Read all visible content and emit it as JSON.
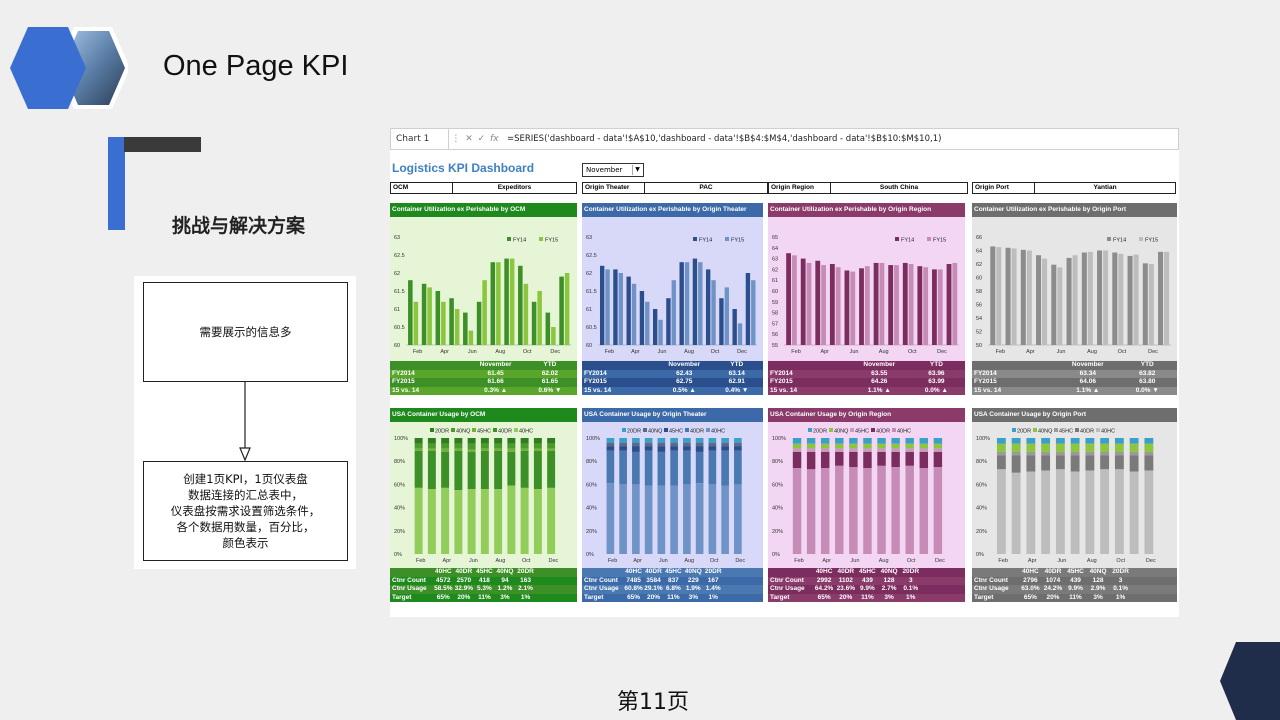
{
  "slide": {
    "title": "One Page KPI",
    "subtitle": "挑战与解决方案",
    "footer": "第11页",
    "colors": {
      "accent_blue": "#3a6fd1",
      "dark_bar": "#3a3a3a",
      "navy_corner": "#1f2d4a"
    }
  },
  "flow": {
    "box1": "需要展示的信息多",
    "box2": "创建1页KPI，1页仪表盘\n数据连接的汇总表中，\n仪表盘按需求设置筛选条件，\n各个数据用数量，百分比，\n颜色表示"
  },
  "excel": {
    "name_box": "Chart 1",
    "fx_icons": [
      "more-icon",
      "cancel-icon",
      "enter-icon",
      "fx-icon"
    ],
    "formula": "=SERIES('dashboard - data'!$A$10,'dashboard - data'!$B$4:$M$4,'dashboard - data'!$B$10:$M$10,1)",
    "dashboard_title": "Logistics KPI Dashboard",
    "month_select": "November",
    "filters": [
      {
        "key": "OCM",
        "value": "Expeditors"
      },
      {
        "key": "Origin Theater",
        "value": "PAC"
      },
      {
        "key": "Origin Region",
        "value": "South China"
      },
      {
        "key": "Origin Port",
        "value": "Yantian"
      }
    ],
    "legend_fy": [
      "FY14",
      "FY15"
    ],
    "legend_mix": [
      "20DR",
      "40NQ",
      "45HC",
      "40DR",
      "40HC"
    ],
    "months": [
      "Feb",
      "Apr",
      "Jun",
      "Aug",
      "Oct",
      "Dec"
    ],
    "pct_ticks": [
      "100%",
      "80%",
      "60%",
      "40%",
      "20%",
      "0%"
    ],
    "util_panels": [
      {
        "title": "Container Utilization ex Perishable by OCM",
        "head_color": "#1e8a1e",
        "bg": "#e6f5d6",
        "c14": "#3d8f28",
        "c15": "#8cc63f",
        "sc1": "#5aa62a",
        "sc2": "#3d8f28",
        "yticks": [
          "63",
          "62.5",
          "62",
          "61.5",
          "61",
          "60.5",
          "60"
        ],
        "ymin": 60,
        "ymax": 63,
        "fy14": [
          61.8,
          61.7,
          61.5,
          61.3,
          60.9,
          61.2,
          62.3,
          62.4,
          62.2,
          61.2,
          60.9,
          61.9
        ],
        "fy15": [
          61.2,
          61.6,
          61.2,
          61.0,
          60.4,
          61.8,
          62.3,
          62.4,
          61.7,
          61.5,
          60.5,
          62.0
        ],
        "stats_head": [
          "",
          "November",
          "YTD"
        ],
        "stats": [
          [
            "FY2014",
            "61.45",
            "62.02"
          ],
          [
            "FY2015",
            "61.66",
            "61.65"
          ],
          [
            "15 vs. 14",
            "0.3% ▲",
            "0.6% ▼"
          ]
        ]
      },
      {
        "title": "Container Utilization ex Perishable by  Origin Theater",
        "head_color": "#3c6aa8",
        "bg": "#d8d8f8",
        "c14": "#2b4f8c",
        "c15": "#6f93c6",
        "sc1": "#3c6aa8",
        "sc2": "#2b4f8c",
        "yticks": [
          "63",
          "62.5",
          "62",
          "61.5",
          "61",
          "60.5",
          "60"
        ],
        "ymin": 60,
        "ymax": 63,
        "fy14": [
          62.2,
          62.1,
          61.9,
          61.5,
          61.0,
          61.3,
          62.3,
          62.4,
          62.1,
          61.3,
          61.0,
          62.0
        ],
        "fy15": [
          62.1,
          62.0,
          61.7,
          61.2,
          60.7,
          61.8,
          62.3,
          62.3,
          61.8,
          61.6,
          60.6,
          61.8
        ],
        "stats_head": [
          "",
          "November",
          "YTD"
        ],
        "stats": [
          [
            "FY2014",
            "62.43",
            "63.14"
          ],
          [
            "FY2015",
            "62.75",
            "62.91"
          ],
          [
            "15 vs. 14",
            "0.5% ▲",
            "0.4% ▼"
          ]
        ]
      },
      {
        "title": "Container Utilization ex Perishable by Origin Region",
        "head_color": "#8a3b6a",
        "bg": "#f3d6f3",
        "c14": "#7a2d5e",
        "c15": "#c68bb6",
        "sc1": "#8a3b6a",
        "sc2": "#7a2d5e",
        "yticks": [
          "65",
          "64",
          "63",
          "62",
          "61",
          "60",
          "59",
          "58",
          "57",
          "56",
          "55"
        ],
        "ymin": 55,
        "ymax": 65,
        "fy14": [
          63.5,
          63.0,
          62.8,
          62.5,
          61.9,
          62.1,
          62.6,
          62.4,
          62.6,
          62.3,
          62.0,
          62.5
        ],
        "fy15": [
          63.3,
          62.6,
          62.4,
          62.2,
          61.8,
          62.3,
          62.6,
          62.4,
          62.5,
          62.2,
          62.0,
          62.6
        ],
        "stats_head": [
          "",
          "November",
          "YTD"
        ],
        "stats": [
          [
            "FY2014",
            "63.55",
            "63.96"
          ],
          [
            "FY2015",
            "64.26",
            "63.99"
          ],
          [
            "15 vs. 14",
            "1.1% ▲",
            "0.0% ▲"
          ]
        ]
      },
      {
        "title": "Container Utilization ex Perishable by Origin Port",
        "head_color": "#6e6e6e",
        "bg": "#e6e6e6",
        "c14": "#8c8c8c",
        "c15": "#bdbdbd",
        "sc1": "#8a8a8a",
        "sc2": "#6e6e6e",
        "yticks": [
          "66",
          "64",
          "62",
          "60",
          "58",
          "56",
          "54",
          "52",
          "50"
        ],
        "ymin": 50,
        "ymax": 66,
        "fy14": [
          64.6,
          64.4,
          64.1,
          63.3,
          61.9,
          62.9,
          63.7,
          64.0,
          63.7,
          63.2,
          62.1,
          63.8
        ],
        "fy15": [
          64.5,
          64.3,
          64.0,
          62.8,
          61.5,
          63.3,
          63.8,
          64.0,
          63.5,
          63.4,
          62.0,
          63.8
        ],
        "stats_head": [
          "",
          "November",
          "YTD"
        ],
        "stats": [
          [
            "FY2014",
            "63.34",
            "63.82"
          ],
          [
            "FY2015",
            "64.06",
            "63.80"
          ],
          [
            "15 vs. 14",
            "1.1% ▲",
            "0.0% ▼"
          ]
        ]
      }
    ],
    "usage_panels": [
      {
        "title": "USA Container Usage by OCM",
        "head_color": "#1e8a1e",
        "bg": "#e6f5d6",
        "mix_colors": [
          "#2e7d1e",
          "#4c9a2a",
          "#6fb33a",
          "#3d8f28",
          "#92cc5a"
        ],
        "stacks": [
          [
            5,
            4,
            2,
            32,
            57
          ],
          [
            5,
            4,
            2,
            33,
            56
          ],
          [
            5,
            4,
            3,
            31,
            57
          ],
          [
            5,
            4,
            2,
            34,
            55
          ],
          [
            5,
            5,
            2,
            32,
            56
          ],
          [
            5,
            4,
            2,
            33,
            56
          ],
          [
            5,
            4,
            2,
            33,
            56
          ],
          [
            5,
            4,
            3,
            29,
            59
          ],
          [
            5,
            4,
            2,
            32,
            57
          ],
          [
            5,
            4,
            2,
            33,
            56
          ],
          [
            5,
            4,
            2,
            32,
            57
          ],
          [
            0,
            0,
            0,
            0,
            0
          ]
        ],
        "foot_head": [
          "",
          "40HC",
          "40DR",
          "45HC",
          "40NQ",
          "20DR"
        ],
        "foot": [
          [
            "Ctnr Count",
            "4572",
            "2570",
            "418",
            "94",
            "163"
          ],
          [
            "Ctnr Usage",
            "58.5%",
            "32.9%",
            "5.3%",
            "1.2%",
            "2.1%"
          ],
          [
            "Target",
            "65%",
            "20%",
            "11%",
            "3%",
            "1%"
          ]
        ]
      },
      {
        "title": "USA Container Usage  by Origin Theater",
        "head_color": "#3c6aa8",
        "bg": "#d8d8f8",
        "mix_colors": [
          "#3aa0c8",
          "#5a6a8c",
          "#2b4f8c",
          "#4a78b0",
          "#6f93c6"
        ],
        "stacks": [
          [
            4,
            3,
            4,
            28,
            61
          ],
          [
            4,
            3,
            4,
            29,
            60
          ],
          [
            4,
            3,
            5,
            28,
            60
          ],
          [
            4,
            3,
            4,
            30,
            59
          ],
          [
            4,
            3,
            5,
            29,
            59
          ],
          [
            4,
            3,
            4,
            30,
            59
          ],
          [
            4,
            3,
            4,
            29,
            60
          ],
          [
            4,
            3,
            5,
            27,
            61
          ],
          [
            4,
            3,
            4,
            29,
            60
          ],
          [
            4,
            3,
            4,
            30,
            59
          ],
          [
            4,
            3,
            4,
            29,
            60
          ],
          [
            0,
            0,
            0,
            0,
            0
          ]
        ],
        "foot_head": [
          "",
          "40HC",
          "40DR",
          "45HC",
          "40NQ",
          "20DR"
        ],
        "foot": [
          [
            "Ctnr Count",
            "7485",
            "3584",
            "837",
            "229",
            "167"
          ],
          [
            "Ctnr Usage",
            "60.8%",
            "29.1%",
            "6.8%",
            "1.9%",
            "1.4%"
          ],
          [
            "Target",
            "65%",
            "20%",
            "11%",
            "3%",
            "1%"
          ]
        ]
      },
      {
        "title": "USA Container Usage  by Origin Region",
        "head_color": "#8a3b6a",
        "bg": "#f3d6f3",
        "mix_colors": [
          "#3aa0c8",
          "#8cc63f",
          "#c99bc0",
          "#7a2d5e",
          "#c68bb6"
        ],
        "stacks": [
          [
            5,
            4,
            3,
            14,
            74
          ],
          [
            5,
            4,
            3,
            15,
            73
          ],
          [
            5,
            4,
            3,
            14,
            74
          ],
          [
            5,
            4,
            3,
            12,
            76
          ],
          [
            5,
            4,
            3,
            13,
            75
          ],
          [
            5,
            4,
            3,
            14,
            74
          ],
          [
            5,
            4,
            3,
            12,
            76
          ],
          [
            5,
            4,
            3,
            13,
            75
          ],
          [
            5,
            4,
            3,
            12,
            76
          ],
          [
            5,
            4,
            3,
            14,
            74
          ],
          [
            5,
            4,
            3,
            13,
            75
          ],
          [
            0,
            0,
            0,
            0,
            0
          ]
        ],
        "foot_head": [
          "",
          "40HC",
          "40DR",
          "45HC",
          "40NQ",
          "20DR"
        ],
        "foot": [
          [
            "Ctnr Count",
            "2992",
            "1102",
            "439",
            "128",
            "3"
          ],
          [
            "Ctnr Usage",
            "64.2%",
            "23.6%",
            "9.9%",
            "2.7%",
            "0.1%"
          ],
          [
            "Target",
            "65%",
            "20%",
            "11%",
            "3%",
            "1%"
          ]
        ]
      },
      {
        "title": "USA Container Usage  by Origin Port",
        "head_color": "#6e6e6e",
        "bg": "#e6e6e6",
        "mix_colors": [
          "#3aa0c8",
          "#8cc63f",
          "#9a9a9a",
          "#7a7a7a",
          "#bdbdbd"
        ],
        "stacks": [
          [
            5,
            7,
            3,
            12,
            73
          ],
          [
            5,
            7,
            3,
            15,
            70
          ],
          [
            5,
            7,
            3,
            14,
            71
          ],
          [
            5,
            7,
            3,
            13,
            72
          ],
          [
            5,
            7,
            3,
            12,
            73
          ],
          [
            5,
            7,
            3,
            14,
            71
          ],
          [
            5,
            7,
            3,
            13,
            72
          ],
          [
            5,
            7,
            3,
            12,
            73
          ],
          [
            5,
            7,
            3,
            12,
            73
          ],
          [
            5,
            7,
            3,
            14,
            71
          ],
          [
            5,
            7,
            3,
            13,
            72
          ],
          [
            0,
            0,
            0,
            0,
            0
          ]
        ],
        "foot_head": [
          "",
          "40HC",
          "40DR",
          "45HC",
          "40NQ",
          "20DR"
        ],
        "foot": [
          [
            "Ctnr Count",
            "2796",
            "1074",
            "439",
            "128",
            "3"
          ],
          [
            "Ctnr Usage",
            "63.0%",
            "24.2%",
            "9.9%",
            "2.9%",
            "0.1%"
          ],
          [
            "Target",
            "65%",
            "20%",
            "11%",
            "3%",
            "1%"
          ]
        ]
      }
    ]
  }
}
